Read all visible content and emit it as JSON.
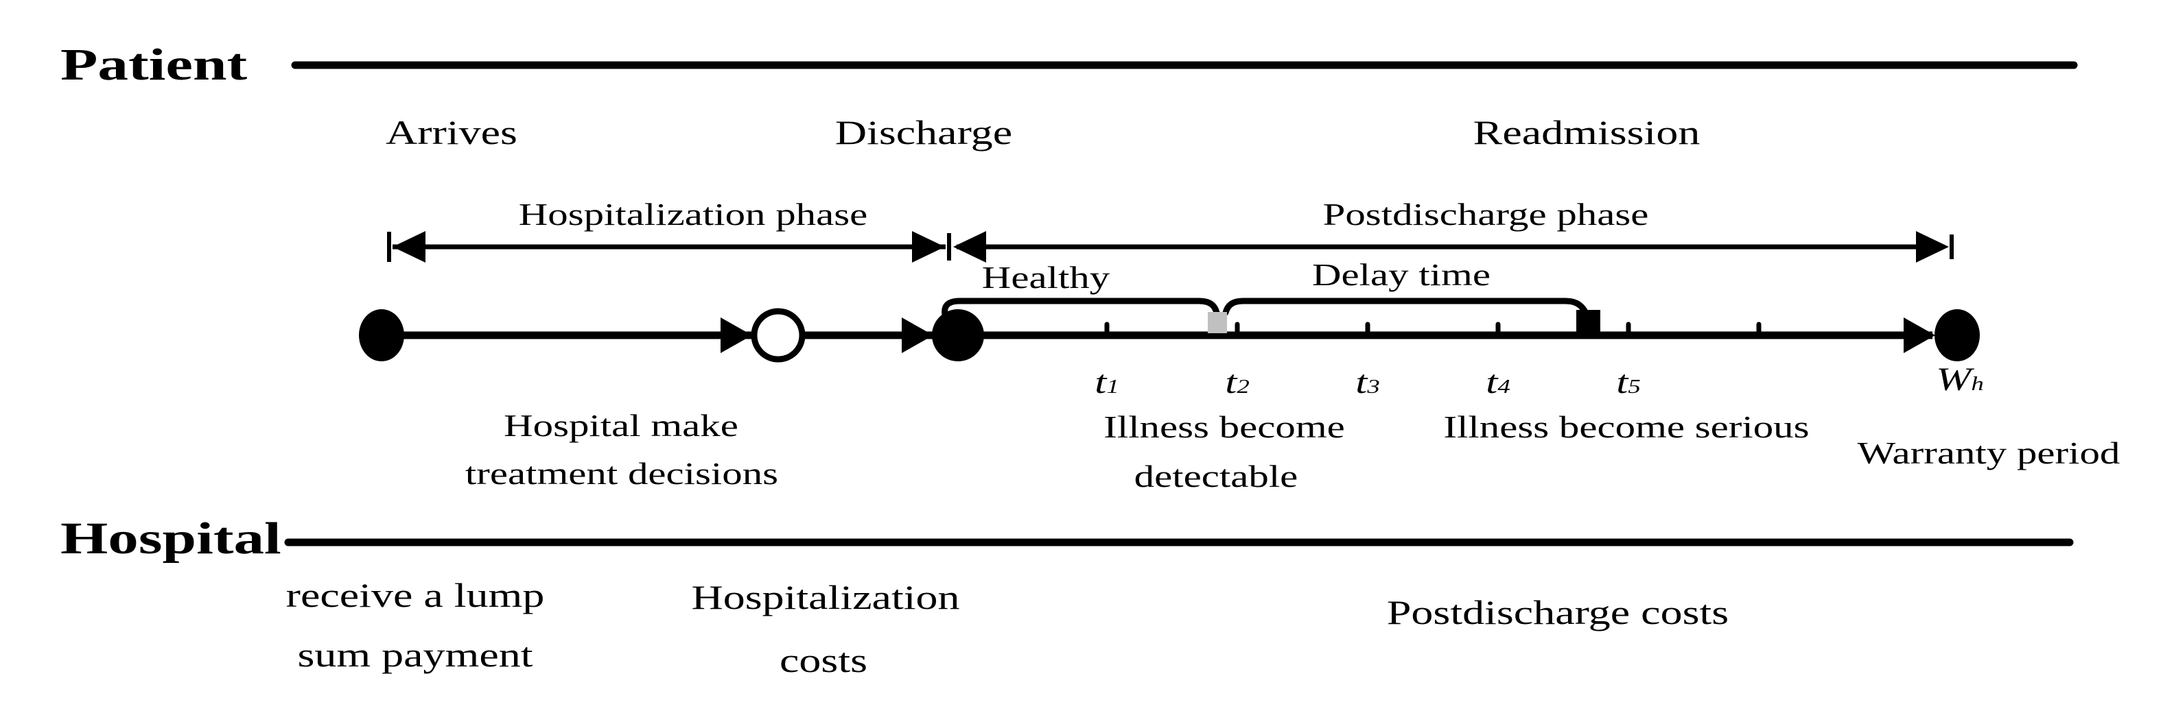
{
  "colors": {
    "ink": "#000000",
    "detectable_marker": "#c0c0c0",
    "background": "#ffffff"
  },
  "patient_lane": {
    "title": "Patient",
    "arrives": "Arrives",
    "discharge": "Discharge",
    "readmission": "Readmission"
  },
  "phases": {
    "hospitalization": "Hospitalization phase",
    "postdischarge": "Postdischarge phase"
  },
  "intervals": {
    "healthy": "Healthy",
    "delay": "Delay time"
  },
  "timeline": {
    "tick_labels": [
      {
        "base": "t",
        "sub": "1"
      },
      {
        "base": "t",
        "sub": "2"
      },
      {
        "base": "t",
        "sub": "3"
      },
      {
        "base": "t",
        "sub": "4"
      },
      {
        "base": "t",
        "sub": "5"
      }
    ],
    "end_label": {
      "base": "W",
      "sub": "h"
    }
  },
  "annotations": {
    "treatment_line1": "Hospital make",
    "treatment_line2": "treatment decisions",
    "detectable_line1": "Illness become",
    "detectable_line2": "detectable",
    "serious": "Illness become serious",
    "warranty": "Warranty period"
  },
  "hospital_lane": {
    "title": "Hospital",
    "lump_line1": "receive a lump",
    "lump_line2": "sum payment",
    "hosp_costs_line1": "Hospitalization",
    "hosp_costs_line2": "costs",
    "postdischarge_costs": "Postdischarge costs"
  }
}
